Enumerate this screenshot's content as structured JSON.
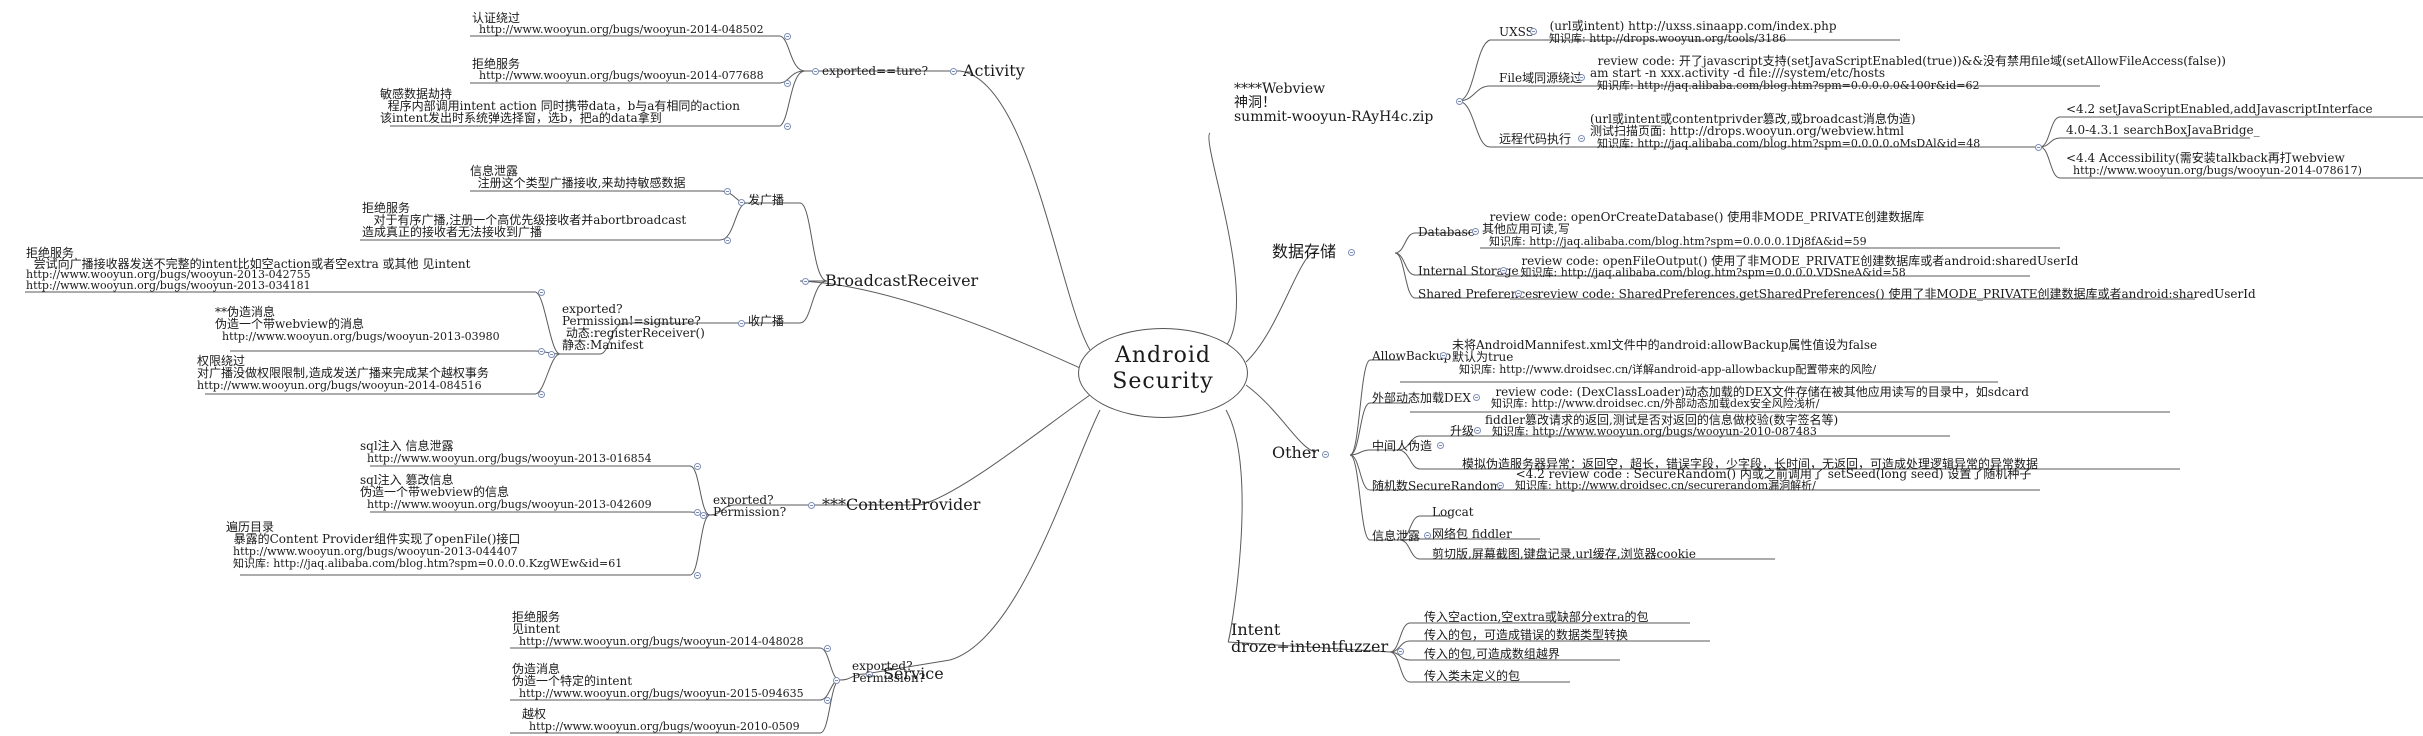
{
  "center": {
    "line1": "Android",
    "line2": "Security"
  },
  "activity": {
    "title": "Activity",
    "condition": "exported==ture?",
    "leaves": [
      [
        "认证绕过",
        "  http://www.wooyun.org/bugs/wooyun-2014-048502"
      ],
      [
        "拒绝服务",
        "  http://www.wooyun.org/bugs/wooyun-2014-077688"
      ],
      [
        "敏感数据劫持",
        "  程序内部调用intent action 同时携带data，b与a有相同的action",
        "该intent发出时系统弹选择窗，选b，把a的data拿到"
      ]
    ]
  },
  "broadcast": {
    "title": "BroadcastReceiver",
    "send": {
      "label": "发广播",
      "leaves": [
        [
          "信息泄露",
          "  注册这个类型广播接收,来劫持敏感数据"
        ],
        [
          "拒绝服务",
          "   对于有序广播,注册一个高优先级接收者并abortbroadcast",
          "造成真正的接收者无法接收到广播"
        ]
      ]
    },
    "recv": {
      "label": "收广播",
      "condition": [
        "exported?",
        "Permission!=signture?",
        " 动态:registerReceiver()",
        "静态:Manifest"
      ],
      "leaves": [
        [
          "拒绝服务",
          "  尝试向广播接收器发送不完整的intent比如空action或者空extra 或其他 见intent",
          "http://www.wooyun.org/bugs/wooyun-2013-042755",
          "http://www.wooyun.org/bugs/wooyun-2013-034181"
        ],
        [
          "**伪造消息",
          "伪造一个带webview的消息",
          "  http://www.wooyun.org/bugs/wooyun-2013-03980"
        ],
        [
          "权限绕过",
          "对广播没做权限限制,造成发送广播来完成某个越权事务",
          "http://www.wooyun.org/bugs/wooyun-2014-084516"
        ]
      ]
    }
  },
  "provider": {
    "title": "***ContentProvider",
    "condition": [
      "exported?",
      "Permission?"
    ],
    "leaves": [
      [
        "sql注入 信息泄露",
        "  http://www.wooyun.org/bugs/wooyun-2013-016854"
      ],
      [
        "sql注入 篡改信息",
        "伪造一个带webview的信息",
        "  http://www.wooyun.org/bugs/wooyun-2013-042609"
      ],
      [
        "遍历目录",
        "  暴露的Content Provider组件实现了openFile()接口",
        "  http://www.wooyun.org/bugs/wooyun-2013-044407",
        "  知识库: http://jaq.alibaba.com/blog.htm?spm=0.0.0.0.KzgWEw&id=61"
      ]
    ]
  },
  "service": {
    "title": "Service",
    "condition": [
      "exported?",
      "Permission?"
    ],
    "leaves": [
      [
        "拒绝服务",
        "见intent",
        "  http://www.wooyun.org/bugs/wooyun-2014-048028"
      ],
      [
        "伪造消息",
        "伪造一个特定的intent",
        "  http://www.wooyun.org/bugs/wooyun-2015-094635"
      ],
      [
        "越权",
        "  http://www.wooyun.org/bugs/wooyun-2010-0509"
      ]
    ]
  },
  "webview": {
    "title": [
      "****Webview",
      "神洞！",
      "summit-wooyun-RAyH4c.zip"
    ],
    "uxss": {
      "label": "UXSS",
      "leaf": [
        "  (url或intent) http://uxss.sinaapp.com/index.php",
        "  知识库: http://drops.wooyun.org/tools/3186"
      ]
    },
    "file": {
      "label": "File域同源绕过",
      "leaf": [
        "  review code: 开了javascript支持(setJavaScriptEnabled(true))&&没有禁用file域(setAllowFileAccess(false))",
        "am start -n xxx.activity -d file:///system/etc/hosts",
        "  知识库: http://jaq.alibaba.com/blog.htm?spm=0.0.0.0.0&100r&id=62"
      ]
    },
    "rce": {
      "label": "远程代码执行",
      "leaf": [
        "(url或intent或contentprivder篡改,或broadcast消息伪造)",
        "测试扫描页面: http://drops.wooyun.org/webview.html",
        "  知识库: http://jaq.alibaba.com/blog.htm?spm=0.0.0.0.oMsDAl&id=48"
      ],
      "versions": [
        "<4.2 setJavaScriptEnabled,addJavascriptInterface",
        "4.0-4.3.1 searchBoxJavaBridge_",
        "<4.4 Accessibility(需安装talkback再打webview",
        "  http://www.wooyun.org/bugs/wooyun-2014-078617)"
      ]
    }
  },
  "storage": {
    "title": "数据存储",
    "database": {
      "label": "Database",
      "leaf": [
        "  review code: openOrCreateDatabase() 使用非MODE_PRIVATE创建数据库",
        "其他应用可读,写",
        "  知识库: http://jaq.alibaba.com/blog.htm?spm=0.0.0.0.1Dj8fA&id=59"
      ]
    },
    "internal": {
      "label": "Internal Storage",
      "leaf": [
        "   review code: openFileOutput() 使用了非MODE_PRIVATE创建数据库或者android:sharedUserId",
        "   知识库: http://jaq.alibaba.com/blog.htm?spm=0.0.0.0.VDSneA&id=58"
      ]
    },
    "shared": {
      "label": "Shared Preferences",
      "leaf": "   review code: SharedPreferences.getSharedPreferences() 使用了非MODE_PRIVATE创建数据库或者android:sharedUserId"
    }
  },
  "other": {
    "title": "Other",
    "allowbackup": {
      "label": "AllowBackup",
      "leaf": [
        "未将AndroidMannifest.xml文件中的android:allowBackup属性值设为false",
        "默认为true",
        "  知识库: http://www.droidsec.cn/详解android-app-allowbackup配置带来的风险/"
      ]
    },
    "dex": {
      "label": "外部动态加载DEX",
      "leaf": [
        "   review code: (DexClassLoader)动态加载的DEX文件存储在被其他应用读写的目录中，如sdcard",
        "  知识库: http://www.droidsec.cn/外部动态加载dex安全风险浅析/"
      ]
    },
    "mitm": {
      "label": "中间人伪造",
      "upgrade": {
        "label": "升级",
        "leaf": [
          "fiddler篡改请求的返回,测试是否对返回的信息做校验(数字签名等)",
          "  知识库: http://www.wooyun.org/bugs/wooyun-2010-087483"
        ]
      },
      "mock": "模拟伪造服务器异常：返回空，超长，错误字段，少字段，长时间，无返回，可造成处理逻辑异常的异常数据"
    },
    "random": {
      "label": "随机数SecureRandom",
      "leaf": [
        "  <4.2 review code : SecureRandom() 内或之前调用了 setSeed(long seed) 设置了随机种子",
        "  知识库: http://www.droidsec.cn/securerandom漏洞解析/"
      ]
    },
    "leak": {
      "label": "信息泄露",
      "items": [
        "Logcat",
        "网络包 fiddler",
        "剪切版,屏幕截图,键盘记录,url缓存,浏览器cookie"
      ]
    }
  },
  "intent": {
    "title": [
      "Intent",
      "droze+intentfuzzer"
    ],
    "items": [
      "传入空action,空extra或缺部分extra的包",
      "传入的包，可造成错误的数据类型转换",
      "传入的包,可造成数组越界",
      "传入类未定义的包"
    ]
  }
}
